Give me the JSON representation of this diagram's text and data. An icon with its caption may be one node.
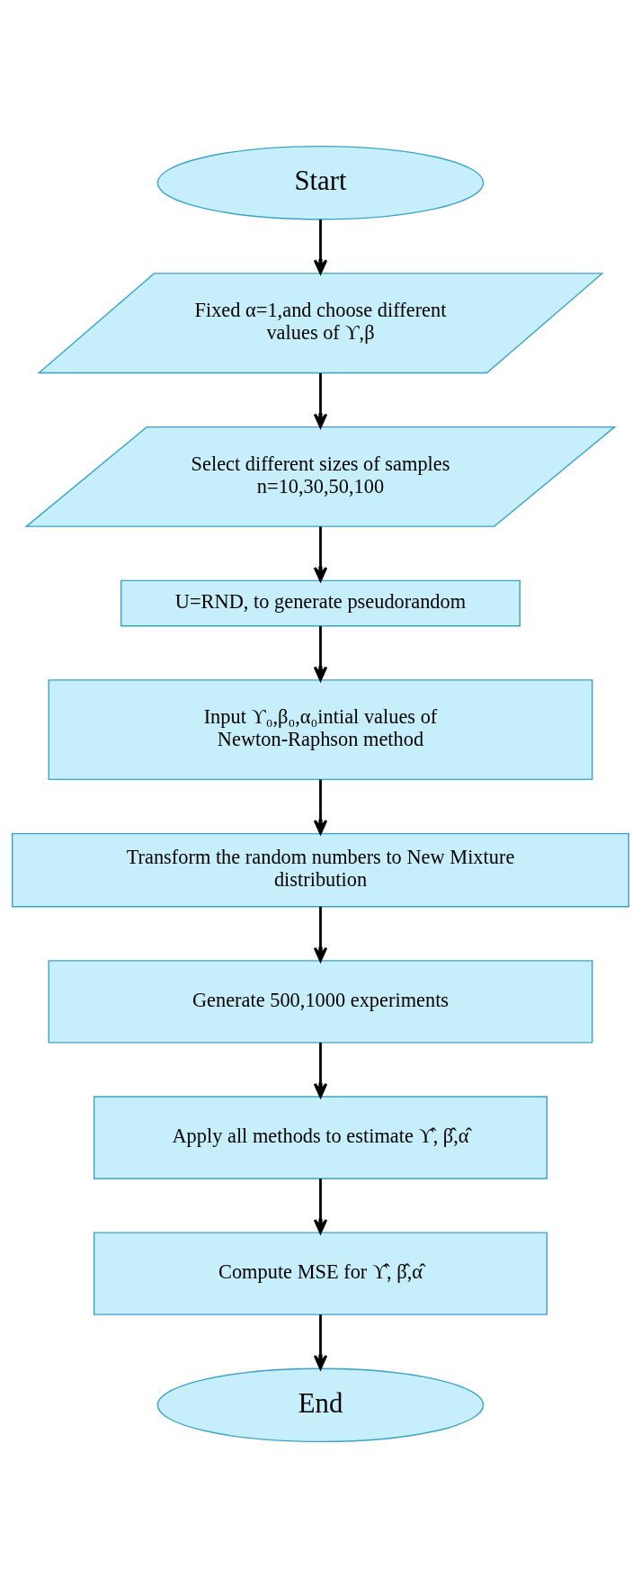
{
  "diagram": {
    "nodes": [
      {
        "text": [
          "Start"
        ]
      },
      {
        "text": [
          "Fixed α=1,and choose different values of ϒ,β"
        ]
      },
      {
        "text": [
          "Select different sizes of samples n=10,30,50,100"
        ]
      },
      {
        "text": [
          "U=RND, to generate pseudorandom"
        ]
      },
      {
        "text": [
          "Input ϒ₀,β₀,α₀intial values of Newton-Raphson method"
        ]
      },
      {
        "text": [
          "Transform the random numbers to New Mixture distribution"
        ]
      },
      {
        "text": [
          "Generate 500,1000 experiments"
        ]
      },
      {
        "text": [
          "Apply all methods to estimate ϒ̂, β̂,α̂"
        ]
      },
      {
        "text": [
          "Compute MSE for ϒ̂, β̂,α̂"
        ]
      },
      {
        "text": [
          "End"
        ]
      }
    ],
    "edges": [
      {
        "from": 0,
        "to": 1,
        "arrow": "to"
      },
      {
        "from": 1,
        "to": 2,
        "arrow": "to"
      },
      {
        "from": 2,
        "to": 3,
        "arrow": "to"
      },
      {
        "from": 3,
        "to": 4,
        "arrow": "to"
      },
      {
        "from": 4,
        "to": 5,
        "arrow": "to"
      },
      {
        "from": 5,
        "to": 6,
        "arrow": "to"
      },
      {
        "from": 6,
        "to": 7,
        "arrow": "to"
      },
      {
        "from": 7,
        "to": 8,
        "arrow": "to"
      },
      {
        "from": 8,
        "to": 9,
        "arrow": "to"
      }
    ]
  }
}
